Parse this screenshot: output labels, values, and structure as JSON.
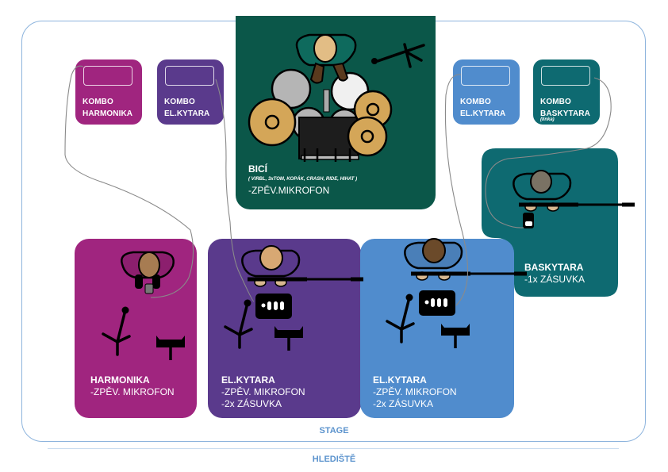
{
  "colors": {
    "harmonika": "#a0257f",
    "el_kytara_1": "#5a3a8c",
    "el_kytara_2": "#508ccd",
    "bici": "#0b5749",
    "baskytara": "#0e6a71",
    "stage_border": "#8db4dd",
    "label_blue": "#5b93cd"
  },
  "komba": [
    {
      "line1": "KOMBO",
      "line2": "HARMONIKA",
      "sub": ""
    },
    {
      "line1": "KOMBO",
      "line2": "EL.KYTARA",
      "sub": ""
    },
    {
      "line1": "KOMBO",
      "line2": "EL.KYTARA",
      "sub": ""
    },
    {
      "line1": "KOMBO",
      "line2": "BASKYTARA",
      "sub": "(linka)"
    }
  ],
  "bici": {
    "title": "BICÍ",
    "detail": "( VIRBL, 3xTOM, KOPÁK, CRASH, RIDE, HIHAT )",
    "line1": "-ZPĚV.MIKROFON"
  },
  "baskytara": {
    "title": "BASKYTARA",
    "line1": "-1x ZÁSUVKA"
  },
  "positions": [
    {
      "title": "HARMONIKA",
      "line1": "-ZPĚV. MIKROFON",
      "line2": ""
    },
    {
      "title": "EL.KYTARA",
      "line1": "-ZPĚV. MIKROFON",
      "line2": "-2x ZÁSUVKA"
    },
    {
      "title": "EL.KYTARA",
      "line1": "-ZPĚV. MIKROFON",
      "line2": "-2x ZÁSUVKA"
    }
  ],
  "stage_label": "STAGE",
  "audience_label": "HLEDIŠTĚ"
}
